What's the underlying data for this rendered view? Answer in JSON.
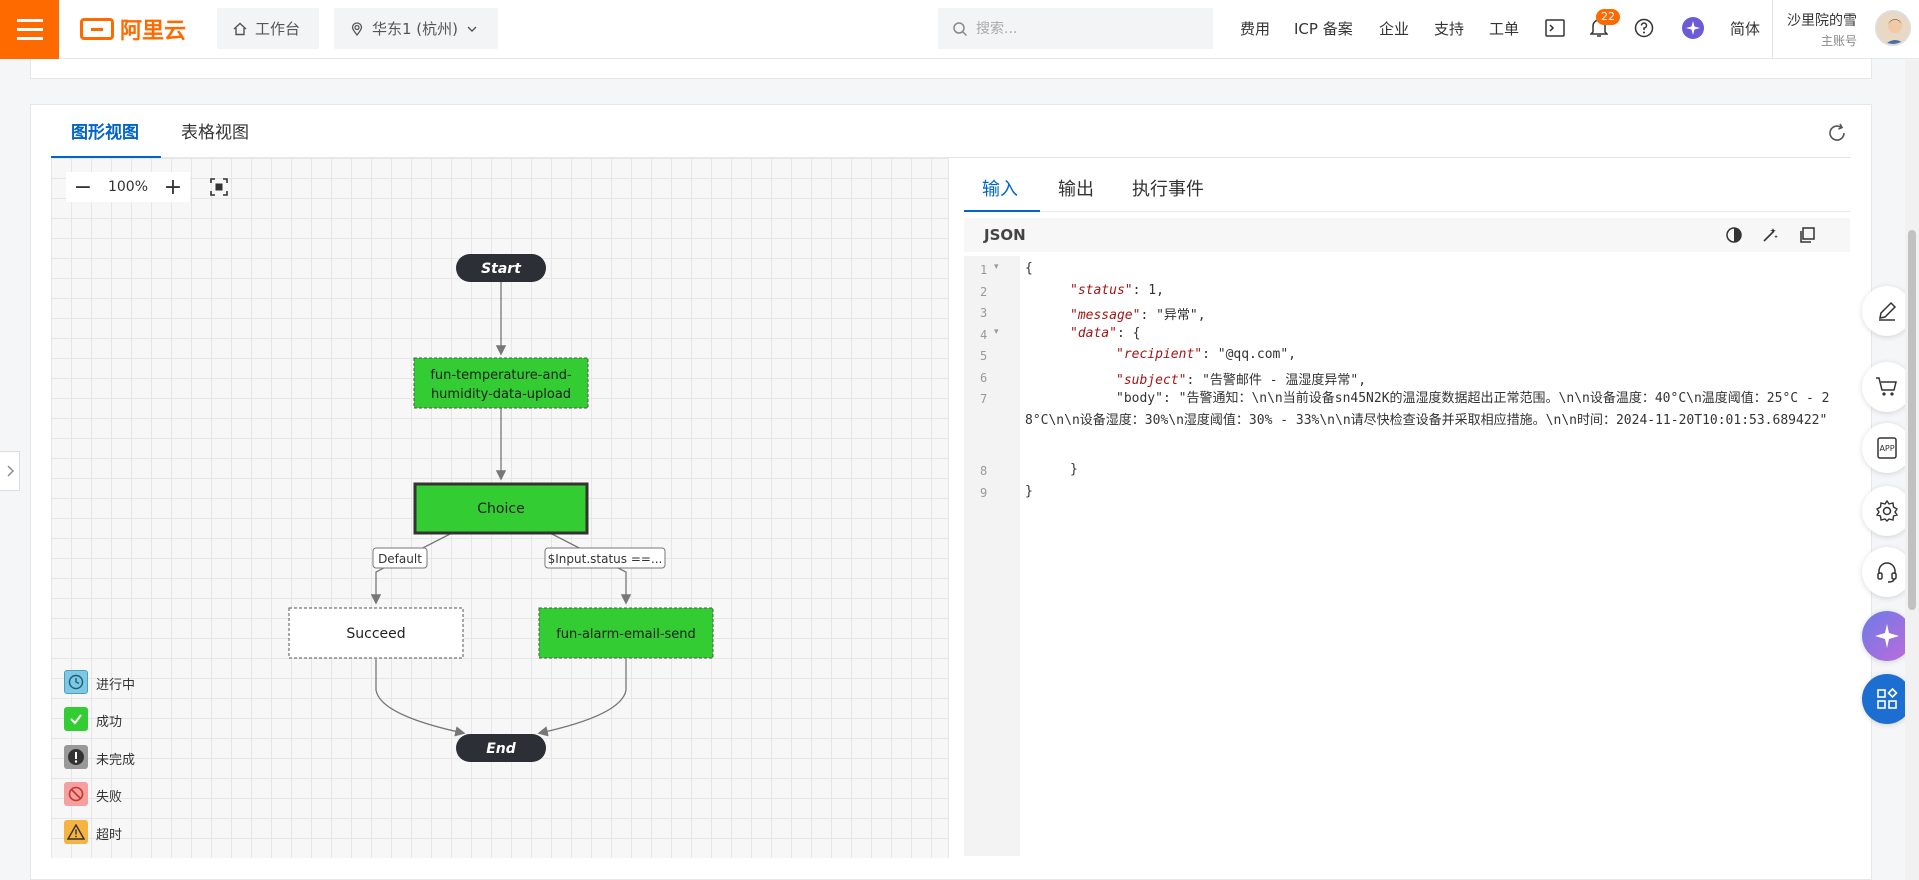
{
  "topbar": {
    "brand": "阿里云",
    "workbench": "工作台",
    "region": "华东1 (杭州)",
    "search_placeholder": "搜索...",
    "links": [
      "费用",
      "ICP 备案",
      "企业",
      "支持",
      "工单"
    ],
    "notification_count": "22",
    "language": "简体",
    "user_name": "沙里院的雪",
    "user_role": "主账号"
  },
  "views": {
    "graph": "图形视图",
    "table": "表格视图"
  },
  "canvas": {
    "zoom": "100%",
    "nodes": {
      "start": "Start",
      "task1_line1": "fun-temperature-and-",
      "task1_line2": "humidity-data-upload",
      "choice": "Choice",
      "edge_default": "Default",
      "edge_cond": "$Input.status ==...",
      "succeed": "Succeed",
      "task2": "fun-alarm-email-send",
      "end": "End"
    },
    "legend": [
      "进行中",
      "成功",
      "未完成",
      "失败",
      "超时"
    ],
    "colors": {
      "success": "#33cc33",
      "running": "#7ec8e3",
      "incomplete": "#999999",
      "failed": "#f4a0a0",
      "timeout": "#f5b342",
      "accent": "#0064c8",
      "brand": "#ff6a00"
    }
  },
  "detail": {
    "tabs": [
      "输入",
      "输出",
      "执行事件"
    ],
    "format": "JSON",
    "lines": [
      "1",
      "2",
      "3",
      "4",
      "5",
      "6",
      "7",
      "8",
      "9"
    ],
    "code": {
      "open": "{",
      "status_key": "\"status\"",
      "status_val": ": 1,",
      "message_key": "\"message\"",
      "message_val": ": \"异常\",",
      "data_key": "\"data\"",
      "data_val": ": {",
      "recipient_key": "\"recipient\"",
      "recipient_val": ": \"@qq.com\",",
      "subject_key": "\"subject\"",
      "subject_val": ": \"告警邮件 - 温湿度异常\",",
      "body_key": "\"body\"",
      "body_val": ": \"告警通知：\\n\\n当前设备sn45N2K的温湿度数据超出正常范围。\\n\\n设备温度：40°C\\n温度阈值：25°C - 28°C\\n\\n设备湿度：30%\\n湿度阈值：30% - 33%\\n\\n请尽快检查设备并采取相应措施。\\n\\n时间：2024-11-20T10:01:53.689422\"",
      "inner_close": "}",
      "close": "}"
    }
  }
}
